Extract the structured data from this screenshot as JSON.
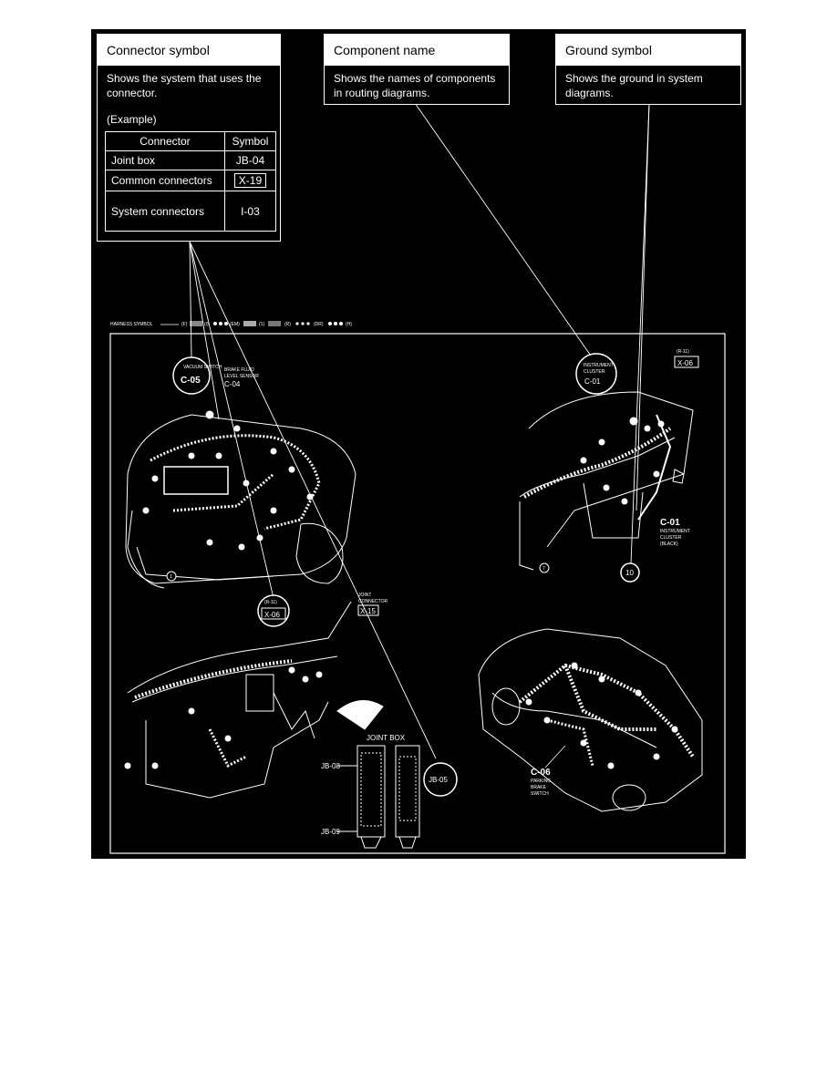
{
  "callouts": {
    "connector_symbol": {
      "title": "Connector symbol",
      "desc": "Shows the system that uses the connector.",
      "example": "(Example)",
      "table": {
        "headers": [
          "Connector",
          "Symbol"
        ],
        "rows": [
          {
            "connector": "Joint box",
            "symbol": "JB-04"
          },
          {
            "connector": "Common connectors",
            "symbol": "X-19"
          },
          {
            "connector": "System connectors",
            "symbol": "I-03"
          }
        ]
      }
    },
    "component_name": {
      "title": "Component name",
      "desc": "Shows the names of components in routing diagrams."
    },
    "ground_symbol": {
      "title": "Ground symbol",
      "desc": "Shows the ground in system diagrams."
    }
  },
  "harness_symbol": "HARNESS SYMBOL",
  "harness_codes": [
    "(F)",
    "(I)",
    "(EM)",
    "(1)",
    "(R)",
    "(DR)",
    "(H)"
  ],
  "labels": {
    "vacuum_switch": "VACUUM SWITCH",
    "c05": "C-05",
    "brake_fluid": "BRAKE FLUID",
    "level_sensor": "LEVEL SENSOR",
    "c04": "C-04",
    "instrument_cluster": "INSTRUMENT",
    "cluster": "CLUSTER",
    "c01": "C-01",
    "x06_tag": "(R-11)",
    "x06": "X-06",
    "x06_b_tag": "(R-11)",
    "x06_b": "X-06",
    "joint_connector_1": "JOINT",
    "joint_connector_2": "CONNECTOR",
    "x15": "X-15",
    "c01_b": "C-01",
    "c01_b_1": "INSTRUMENT",
    "c01_b_2": "CLUSTER",
    "c01_b_3": "(BLACK)",
    "ground_10": "10",
    "ground_7": "7",
    "ground_1": "1",
    "joint_box": "JOINT BOX",
    "jb08": "JB-08",
    "jb09": "JB-09",
    "jb05": "JB-05",
    "c06": "C-06",
    "c06_1": "PARKING",
    "c06_2": "BRAKE",
    "c06_3": "SWITCH"
  },
  "colors": {
    "background": "#000000",
    "foreground": "#ffffff",
    "page": "#ffffff"
  }
}
